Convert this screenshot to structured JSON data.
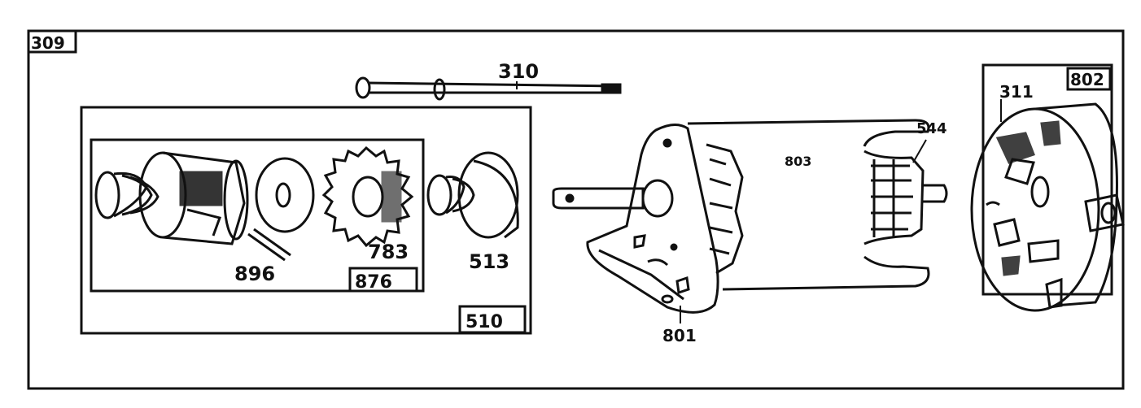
{
  "diagram": {
    "outer_box_label": "309",
    "subassembly_box_label": "510",
    "inner_box_label": "876",
    "parts": {
      "through_bolt": "310",
      "pinion_gear": "783",
      "roll_pin": "896",
      "drive_nut": "513",
      "armature": "544",
      "motor_housing": "803",
      "drive_end_cap": "801",
      "commutator_end_cap": "802",
      "brush_assembly": "311"
    }
  }
}
